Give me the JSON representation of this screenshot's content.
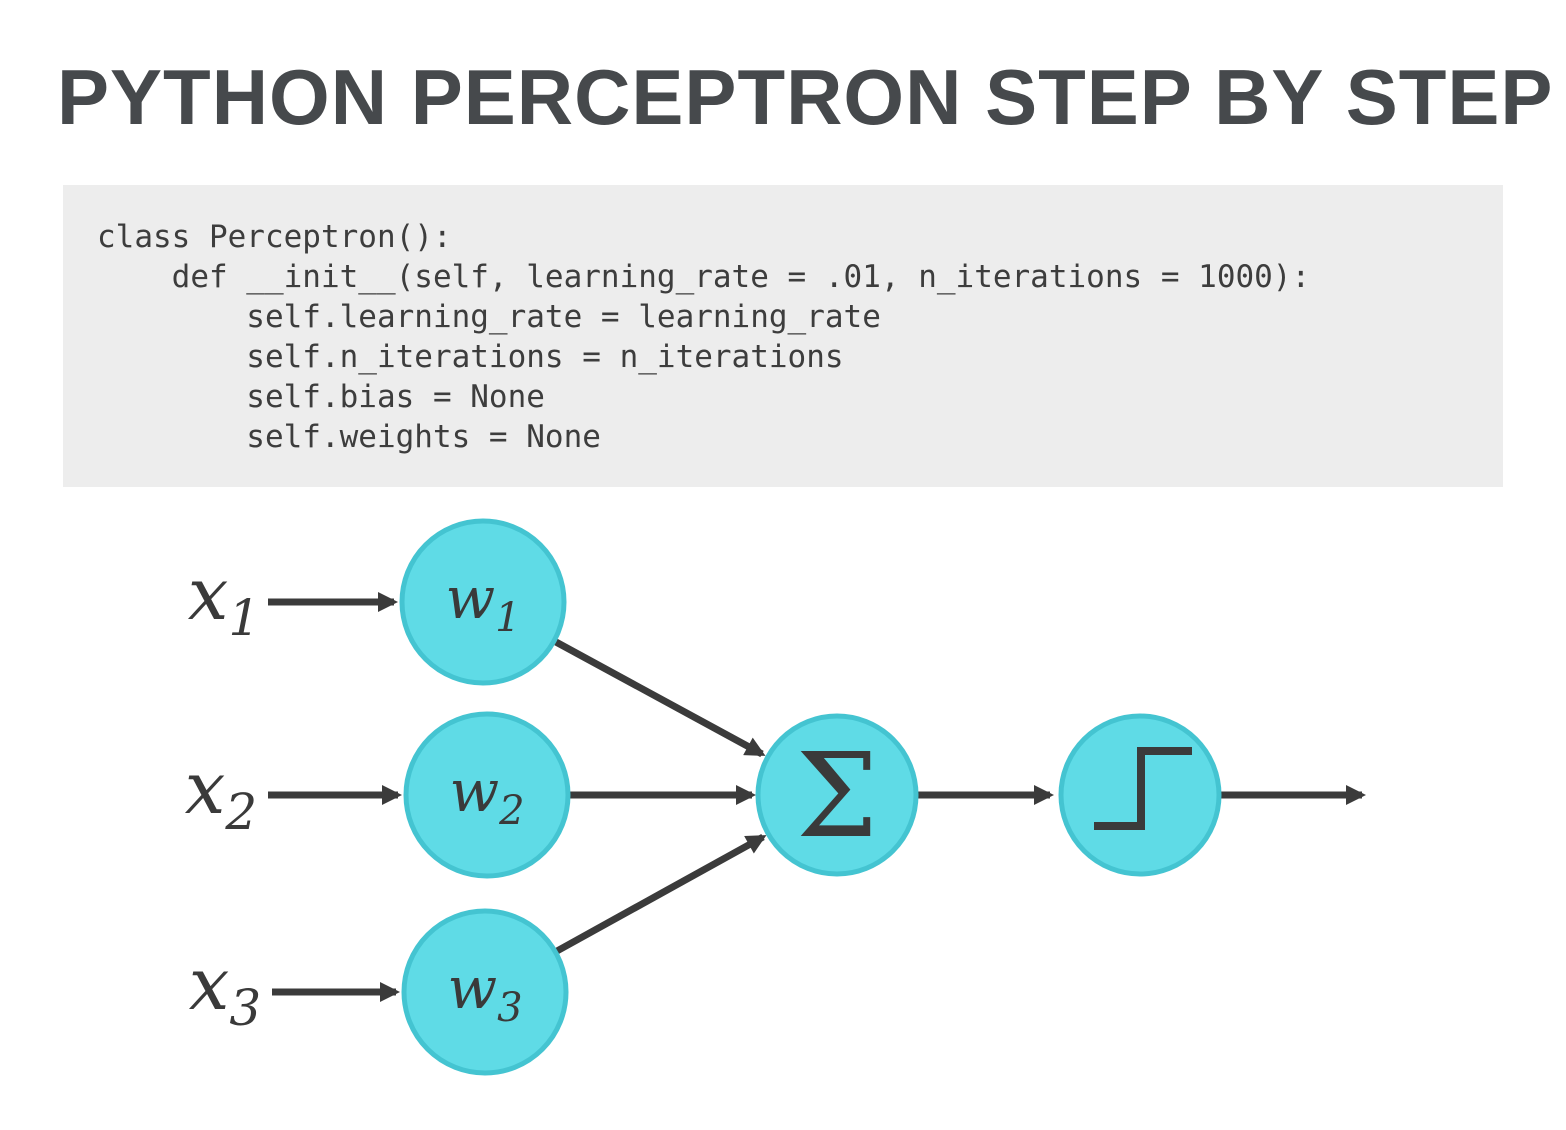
{
  "title": "PYTHON PERCEPTRON STEP BY STEP",
  "code": {
    "lines": [
      "class Perceptron():",
      "    def __init__(self, learning_rate = .01, n_iterations = 1000):",
      "        self.learning_rate = learning_rate",
      "        self.n_iterations = n_iterations",
      "        self.bias = None",
      "        self.weights = None"
    ]
  },
  "diagram": {
    "inputs": [
      {
        "base": "x",
        "sub": "1"
      },
      {
        "base": "x",
        "sub": "2"
      },
      {
        "base": "x",
        "sub": "3"
      }
    ],
    "weights": [
      {
        "base": "w",
        "sub": "1"
      },
      {
        "base": "w",
        "sub": "2"
      },
      {
        "base": "w",
        "sub": "3"
      }
    ],
    "sum_symbol": "Σ",
    "activation_icon": "step-function-icon"
  },
  "colors": {
    "page_bg": "#ffffff",
    "heading": "#46494c",
    "code_bg": "#ededed",
    "code_text": "#3d3d3d",
    "node_fill": "#5fdbe6",
    "node_stroke": "#44c4d1",
    "arrow": "#3b3b3b",
    "diagram_text": "#3a3a3a"
  }
}
